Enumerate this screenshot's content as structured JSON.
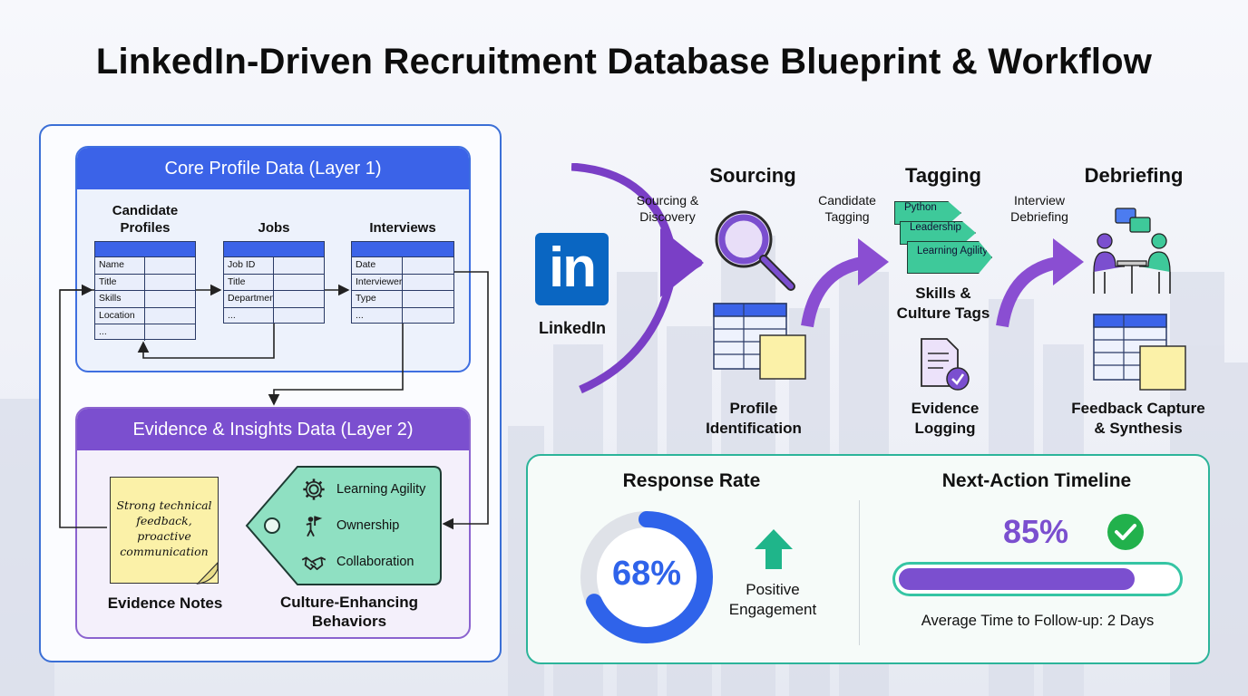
{
  "title": "LinkedIn-Driven Recruitment Database Blueprint & Workflow",
  "layer1": {
    "title": "Core Profile Data (Layer 1)",
    "tables": [
      {
        "title_line1": "Candidate",
        "title_line2": "Profiles",
        "rows": [
          "Name",
          "Title",
          "Skills",
          "Location",
          "..."
        ]
      },
      {
        "title_line1": "",
        "title_line2": "Jobs",
        "rows": [
          "Job ID",
          "Title",
          "Department",
          "..."
        ]
      },
      {
        "title_line1": "",
        "title_line2": "Interviews",
        "rows": [
          "Date",
          "Interviewer",
          "Type",
          "..."
        ]
      }
    ]
  },
  "layer2": {
    "title": "Evidence & Insights Data (Layer 2)",
    "note_lines": [
      "Strong technical",
      "feedback,",
      "proactive",
      "communication"
    ],
    "note_caption": "Evidence Notes",
    "behaviors": [
      {
        "icon": "gear-icon",
        "label": "Learning Agility"
      },
      {
        "icon": "flag-person-icon",
        "label": "Ownership"
      },
      {
        "icon": "handshake-icon",
        "label": "Collaboration"
      }
    ],
    "behaviors_caption_line1": "Culture-Enhancing",
    "behaviors_caption_line2": "Behaviors"
  },
  "workflow": {
    "linkedin_label": "LinkedIn",
    "logo_text": "in",
    "stages": [
      "Sourcing",
      "Tagging",
      "Debriefing"
    ],
    "steps": [
      {
        "line1": "Sourcing &",
        "line2": "Discovery"
      },
      {
        "line1": "Candidate",
        "line2": "Tagging"
      },
      {
        "line1": "Interview",
        "line2": "Debriefing"
      }
    ],
    "tags": [
      "Python",
      "Leadership",
      "Learning Agility"
    ],
    "tags_caption_line1": "Skills &",
    "tags_caption_line2": "Culture Tags",
    "profile_caption_line1": "Profile",
    "profile_caption_line2": "Identification",
    "evidence_caption_line1": "Evidence",
    "evidence_caption_line2": "Logging",
    "feedback_caption_line1": "Feedback Capture",
    "feedback_caption_line2": "& Synthesis"
  },
  "metrics": {
    "response_title": "Response Rate",
    "response_value": "68%",
    "response_fraction": 0.68,
    "engagement_line1": "Positive",
    "engagement_line2": "Engagement",
    "timeline_title": "Next-Action Timeline",
    "timeline_value": "85%",
    "timeline_fraction": 0.85,
    "followup": "Average Time to Follow-up: 2 Days"
  },
  "colors": {
    "blue": "#3b63e8",
    "purple": "#7b4fcf",
    "teal": "#2cb49a",
    "green": "#3ec99a",
    "linkedin": "#0a66c2"
  }
}
